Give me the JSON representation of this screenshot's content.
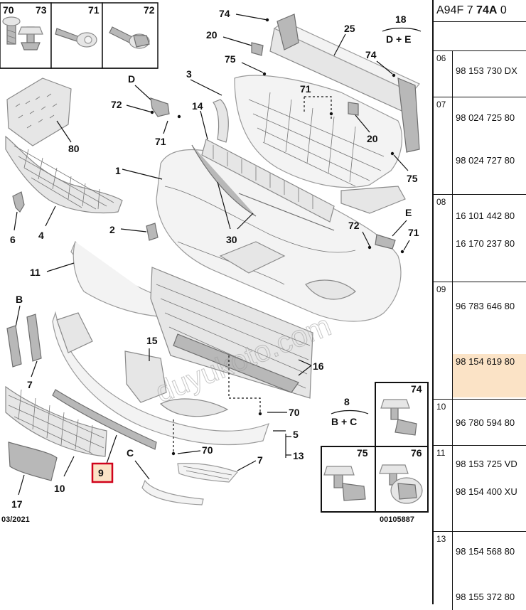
{
  "table": {
    "header_prefix": "A94F 7",
    "header_bold": "74A",
    "header_suffix": "0",
    "groups": [
      {
        "num": "06",
        "parts": [
          "98 153 730 DX"
        ]
      },
      {
        "num": "07",
        "parts": [
          "98 024 725 80",
          "98 024 727 80"
        ]
      },
      {
        "num": "08",
        "parts": [
          "16 101 442 80",
          "16 170 237 80"
        ]
      },
      {
        "num": "09",
        "parts": [
          "96 783 646 80",
          "98 154 619 80"
        ]
      },
      {
        "num": "10",
        "parts": [
          "96 780 594 80"
        ]
      },
      {
        "num": "11",
        "parts": [
          "98 153 725 VD",
          "98 154 400 XU"
        ]
      },
      {
        "num": "13",
        "parts": [
          "98 154 568 80",
          "98 155 372 80"
        ]
      }
    ]
  },
  "diagram": {
    "callouts": {
      "c70": "70",
      "c73": "73",
      "c71a": "71",
      "c72a": "72",
      "c74a": "74",
      "c20a": "20",
      "c75a": "75",
      "c25": "25",
      "c18": "18",
      "c18sub": "D + E",
      "c74b": "74",
      "c80": "80",
      "cD": "D",
      "c72b": "72",
      "c71b": "71",
      "c3": "3",
      "c71c": "71",
      "c20b": "20",
      "c14": "14",
      "c75b": "75",
      "c1": "1",
      "c6": "6",
      "c4": "4",
      "c2": "2",
      "c30": "30",
      "c72c": "72",
      "cE": "E",
      "c71d": "71",
      "c11": "11",
      "cB": "B",
      "c7a": "7",
      "c15": "15",
      "c16": "16",
      "c8": "8",
      "c8sub": "B + C",
      "c74box": "74",
      "c70b": "70",
      "c5": "5",
      "c13": "13",
      "cC": "C",
      "c70c": "70",
      "c7b": "7",
      "c9": "9",
      "c17": "17",
      "c10": "10",
      "c75box": "75",
      "c76box": "76"
    },
    "date_code": "03/2021",
    "ref_code": "00105887",
    "watermark": "duyukoto.com",
    "highlight_color": "#d0021b",
    "highlight_fill": "#fbe3c6"
  }
}
